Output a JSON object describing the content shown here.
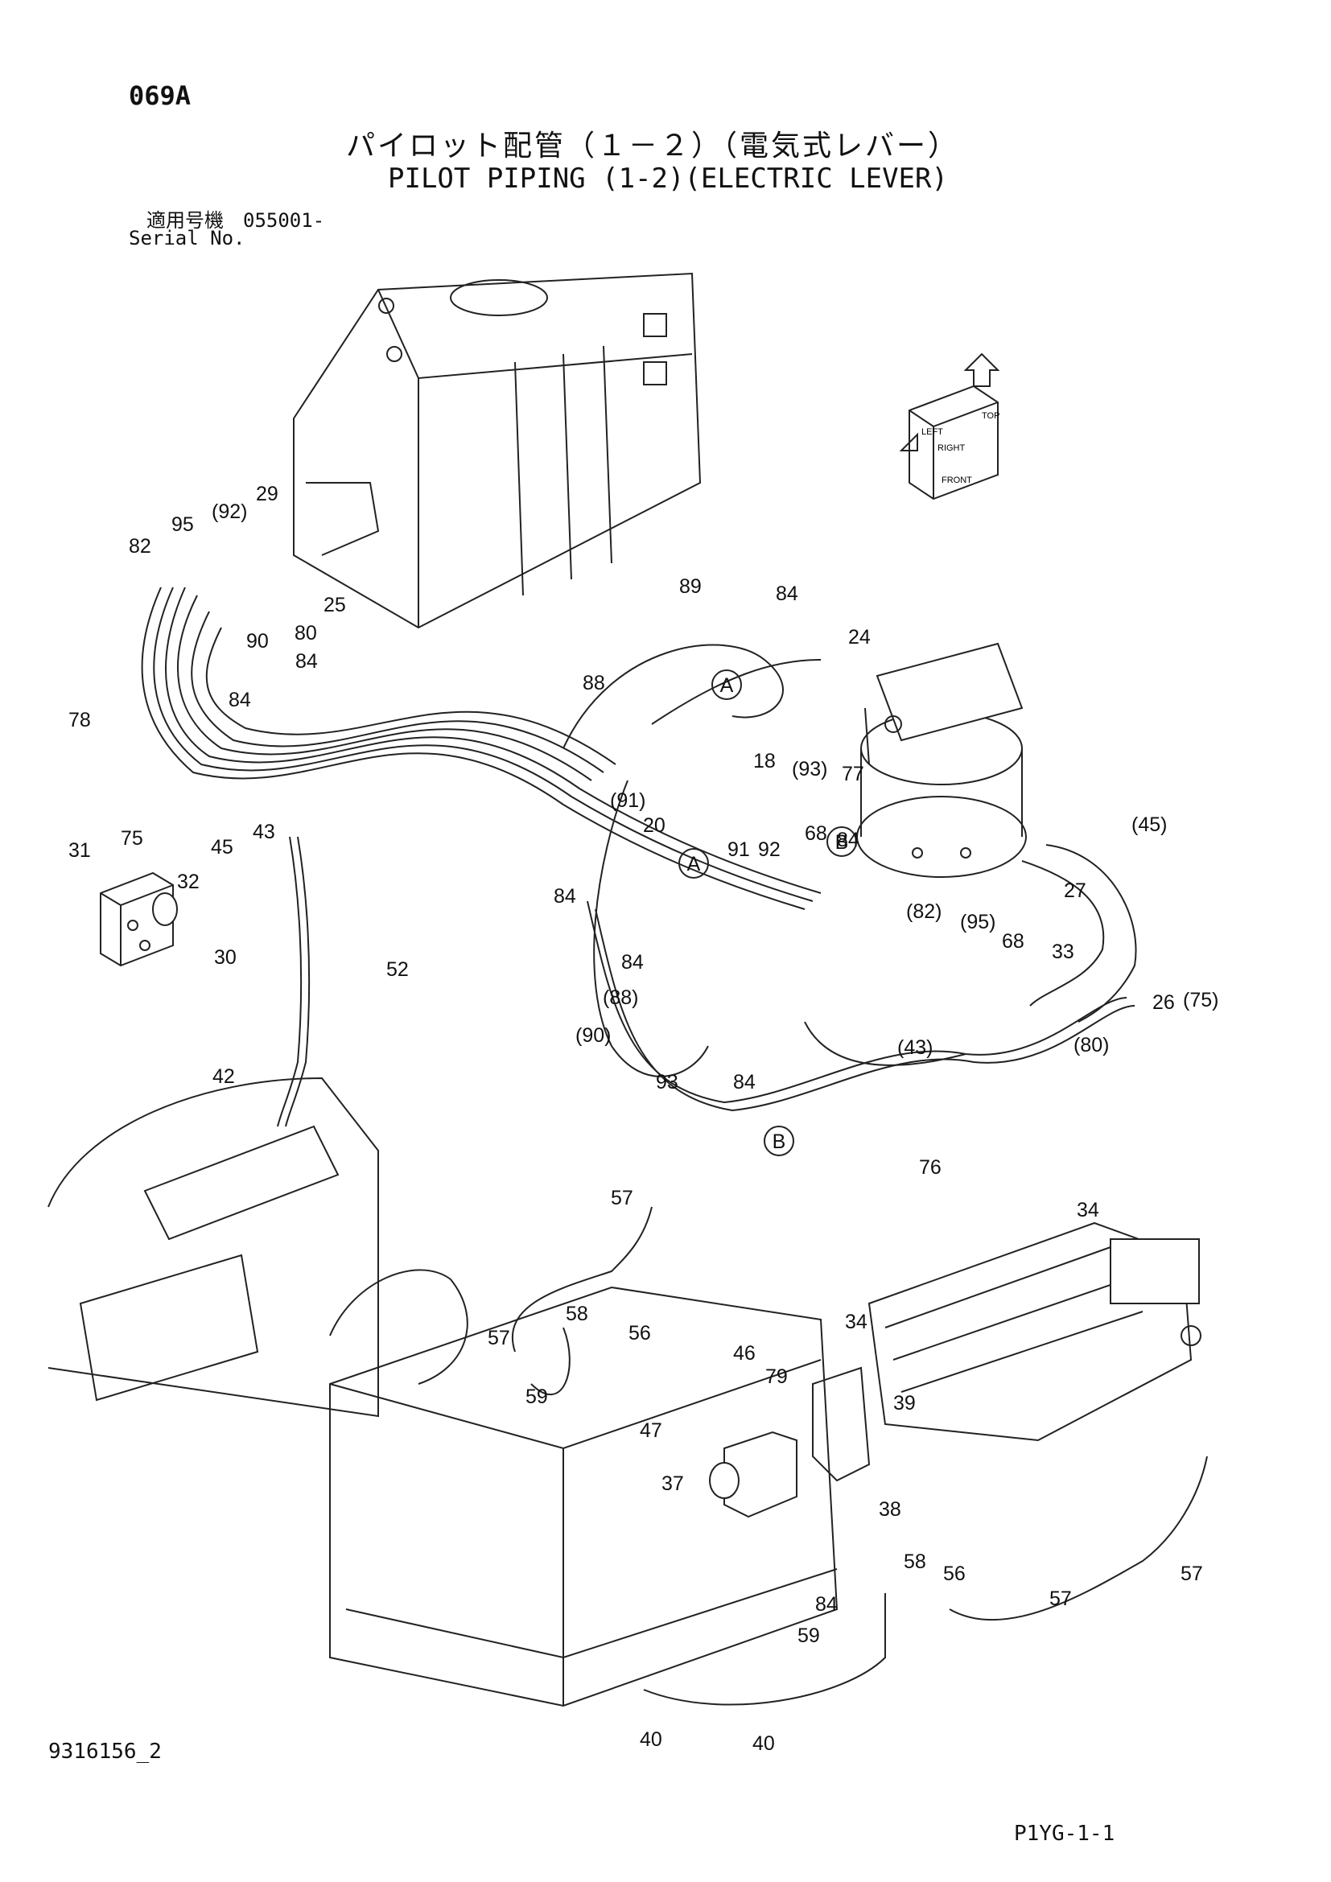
{
  "header": {
    "page_code": "069A",
    "title_jp": "パイロット配管（１－２）（電気式レバー）",
    "title_en": "PILOT PIPING (1-2)(ELECTRIC LEVER)",
    "serial_label_jp": "適用号機　055001-",
    "serial_label_en": "Serial No."
  },
  "footer": {
    "document_id": "9316156_2",
    "page_ref": "P1YG-1-1"
  },
  "orientation_labels": [
    "TOP",
    "LEFT",
    "RIGHT",
    "FRONT"
  ],
  "connector_markers": [
    "A",
    "A",
    "B",
    "B"
  ],
  "callouts": [
    "069A",
    "29",
    "95",
    "(92)",
    "82",
    "25",
    "80",
    "90",
    "84",
    "84",
    "78",
    "75",
    "43",
    "45",
    "31",
    "32",
    "30",
    "52",
    "42",
    "89",
    "84",
    "24",
    "88",
    "18",
    "(93)",
    "77",
    "(91)",
    "20",
    "91",
    "92",
    "68",
    "84",
    "(45)",
    "27",
    "84",
    "(82)",
    "(95)",
    "68",
    "33",
    "84",
    "(88)",
    "26",
    "(75)",
    "(90)",
    "(43)",
    "(80)",
    "93",
    "84",
    "76",
    "57",
    "34",
    "58",
    "57",
    "56",
    "34",
    "59",
    "46",
    "79",
    "47",
    "39",
    "37",
    "38",
    "58",
    "56",
    "57",
    "59",
    "57",
    "84",
    "40",
    "40"
  ]
}
